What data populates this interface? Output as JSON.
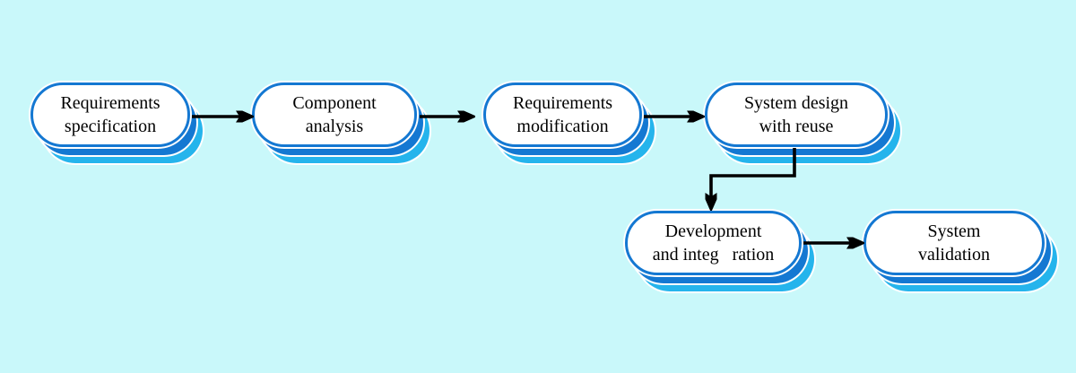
{
  "diagram_type": "flowchart",
  "nodes": [
    {
      "id": "requirements-specification",
      "line1": "Requirements",
      "line2": "specification"
    },
    {
      "id": "component-analysis",
      "line1": "Component",
      "line2": "analysis"
    },
    {
      "id": "requirements-modification",
      "line1": "Requirements",
      "line2": "modification"
    },
    {
      "id": "system-design-with-reuse",
      "line1": "System design",
      "line2": "with reuse"
    },
    {
      "id": "development-and-integration",
      "line1": "Development",
      "line2": "and integ   ration"
    },
    {
      "id": "system-validation",
      "line1": "System",
      "line2": "validation"
    }
  ],
  "connections": [
    {
      "from": "requirements-specification",
      "to": "component-analysis"
    },
    {
      "from": "component-analysis",
      "to": "requirements-modification"
    },
    {
      "from": "requirements-modification",
      "to": "system-design-with-reuse"
    },
    {
      "from": "system-design-with-reuse",
      "to": "development-and-integration"
    },
    {
      "from": "development-and-integration",
      "to": "system-validation"
    }
  ],
  "colors": {
    "background": "#C9F8FA",
    "node_fill": "#FFFFFF",
    "node_border": "#1478D2",
    "shadow_blue": "#1478D2",
    "shadow_cyan": "#25B4EC",
    "arrow": "#000000",
    "text": "#000000"
  }
}
